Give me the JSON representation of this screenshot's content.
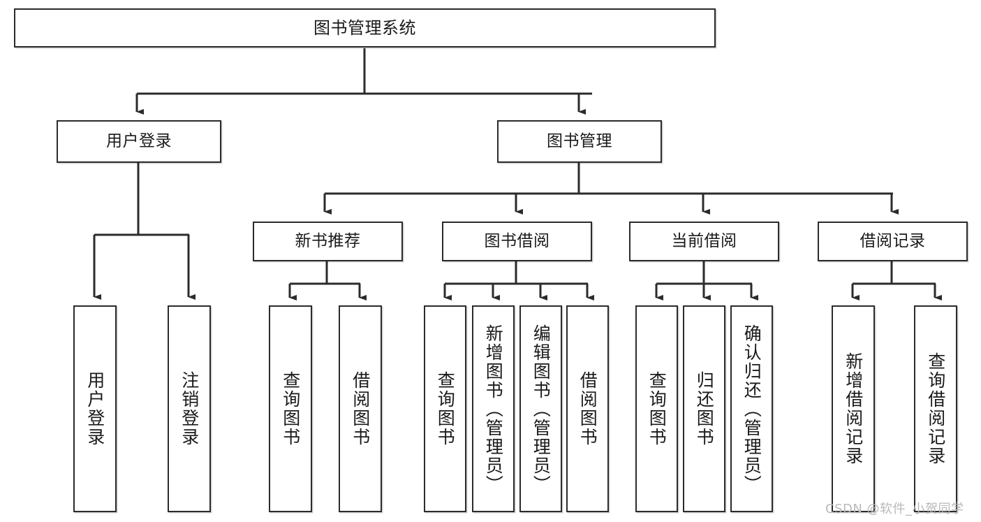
{
  "diagram": {
    "title": "图书管理系统",
    "type": "tree-structure-diagram",
    "stroke_color": "#2b2b2b",
    "fill_color": "#ffffff",
    "watermark": "CSDN @软件_小贺同学"
  },
  "nodes": {
    "root": {
      "label": "图书管理系统"
    },
    "level1": [
      {
        "label": "用户登录"
      },
      {
        "label": "图书管理"
      }
    ],
    "level2": [
      {
        "label": "新书推荐"
      },
      {
        "label": "图书借阅"
      },
      {
        "label": "当前借阅"
      },
      {
        "label": "借阅记录"
      }
    ],
    "leaves": {
      "user_login": [
        {
          "label": "用户登录"
        },
        {
          "label": "注销登录"
        }
      ],
      "new_book_recommend": [
        {
          "label": "查询图书"
        },
        {
          "label": "借阅图书"
        }
      ],
      "book_borrow": [
        {
          "label": "查询图书"
        },
        {
          "label": "新增图书（管理员）"
        },
        {
          "label": "编辑图书（管理员）"
        },
        {
          "label": "借阅图书"
        }
      ],
      "current_borrow": [
        {
          "label": "查询图书"
        },
        {
          "label": "归还图书"
        },
        {
          "label": "确认归还（管理员）"
        }
      ],
      "borrow_records": [
        {
          "label": "新增借阅记录"
        },
        {
          "label": "查询借阅记录"
        }
      ]
    }
  }
}
